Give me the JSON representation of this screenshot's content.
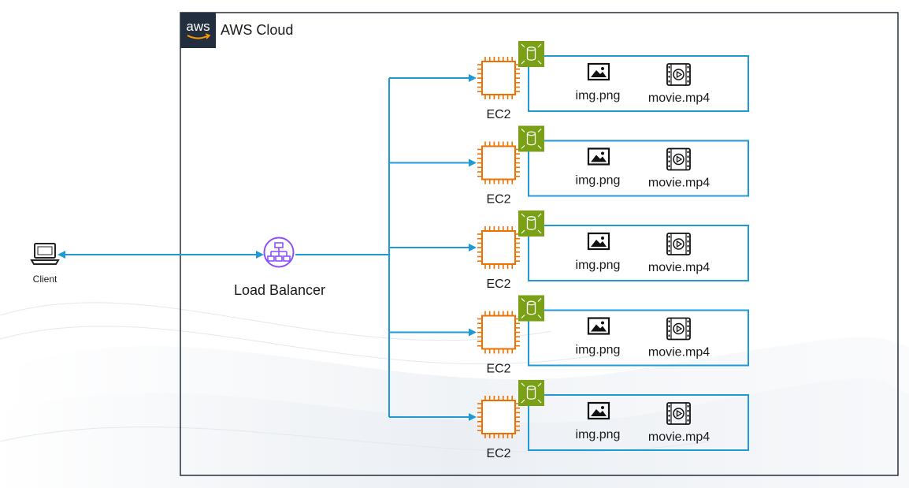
{
  "cloud": {
    "logo_text": "aws",
    "title": "AWS Cloud",
    "border_color": "#232F3E",
    "logo_bg": "#232F3E"
  },
  "client": {
    "label": "Client",
    "icon": "laptop-icon"
  },
  "load_balancer": {
    "label": "Load Balancer",
    "icon": "load-balancer-icon",
    "color": "#8C4FFF"
  },
  "instances": [
    {
      "label": "EC2",
      "files": [
        "img.png",
        "movie.mp4"
      ]
    },
    {
      "label": "EC2",
      "files": [
        "img.png",
        "movie.mp4"
      ]
    },
    {
      "label": "EC2",
      "files": [
        "img.png",
        "movie.mp4"
      ]
    },
    {
      "label": "EC2",
      "files": [
        "img.png",
        "movie.mp4"
      ]
    },
    {
      "label": "EC2",
      "files": [
        "img.png",
        "movie.mp4"
      ]
    }
  ],
  "icons": {
    "instance": "ec2-chip-icon",
    "volume": "ebs-volume-icon",
    "image_file": "image-file-icon",
    "video_file": "video-file-icon"
  },
  "colors": {
    "connector": "#1E9BD7",
    "ec2": "#ED7100",
    "ebs": "#7AA116",
    "storage_border": "#1E9BD7"
  }
}
